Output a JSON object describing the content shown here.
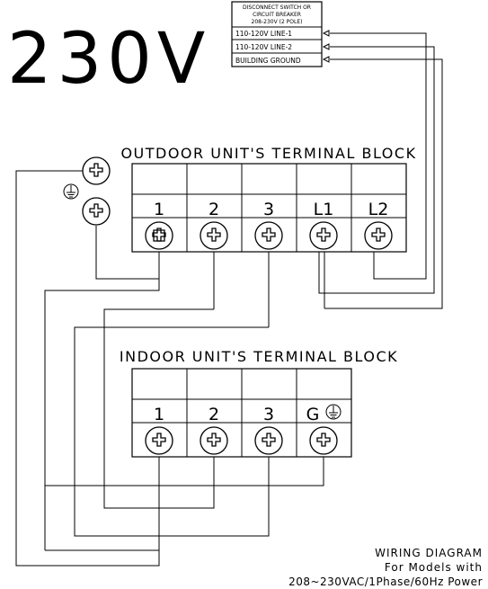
{
  "voltage_label": "230V",
  "breaker": {
    "header_line1": "DISCONNECT SWITCH OR",
    "header_line2": "CIRCUIT BREAKER",
    "header_line3": "208-230V (2 POLE)",
    "rows": [
      "110-120V LINE-1",
      "110-120V LINE-2",
      "BUILDING GROUND"
    ]
  },
  "outdoor_block": {
    "title": "OUTDOOR UNIT'S TERMINAL BLOCK",
    "terminals": [
      "1",
      "2",
      "3",
      "L1",
      "L2"
    ]
  },
  "indoor_block": {
    "title": "INDOOR UNIT'S TERMINAL BLOCK",
    "terminals": [
      "1",
      "2",
      "3",
      "G"
    ]
  },
  "icons": {
    "ground": "ground-icon",
    "screw": "phillips-screw-icon",
    "arrow": "arrowhead-icon"
  },
  "caption": {
    "line1": "WIRING DIAGRAM",
    "line2": "For Models with",
    "line3": "208~230VAC/1Phase/60Hz Power"
  }
}
